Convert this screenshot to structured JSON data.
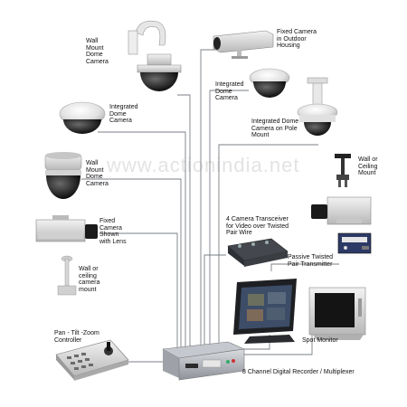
{
  "watermark": "www.actionindia.net",
  "labels": {
    "wall_mount_dome_1": "Wall\nMount\nDome\nCamera",
    "fixed_outdoor": "Fixed Camera\nin Outdoor\nHousing",
    "integrated_dome_right": "Integrated\nDome\nCamera",
    "integrated_dome_left": "Integrated\nDome\nCamera",
    "integrated_pole": "Integrated Dome\nCamera on Pole\nMount",
    "wall_mount_dome_2": "Wall\nMount\nDome\nCamera",
    "wall_ceiling_mount_right": "Wall or\nCeiling\nMount",
    "fixed_lens": "Fixed\nCamera\nShown\nwith Lens",
    "transceiver": "4 Camera Transceiver\nfor Video over Twisted\nPair Wire",
    "passive_transmitter": "Passive Twisted\nPair Transmitter",
    "wall_ceiling_mount_left": "Wall or\nceiling\ncamera\nmount",
    "ptz_controller": "Pan - Tilt -Zoom\nController",
    "spot_monitor": "Spot Monitor",
    "recorder": "8 Channel Digital Recorder / Multiplexer"
  }
}
